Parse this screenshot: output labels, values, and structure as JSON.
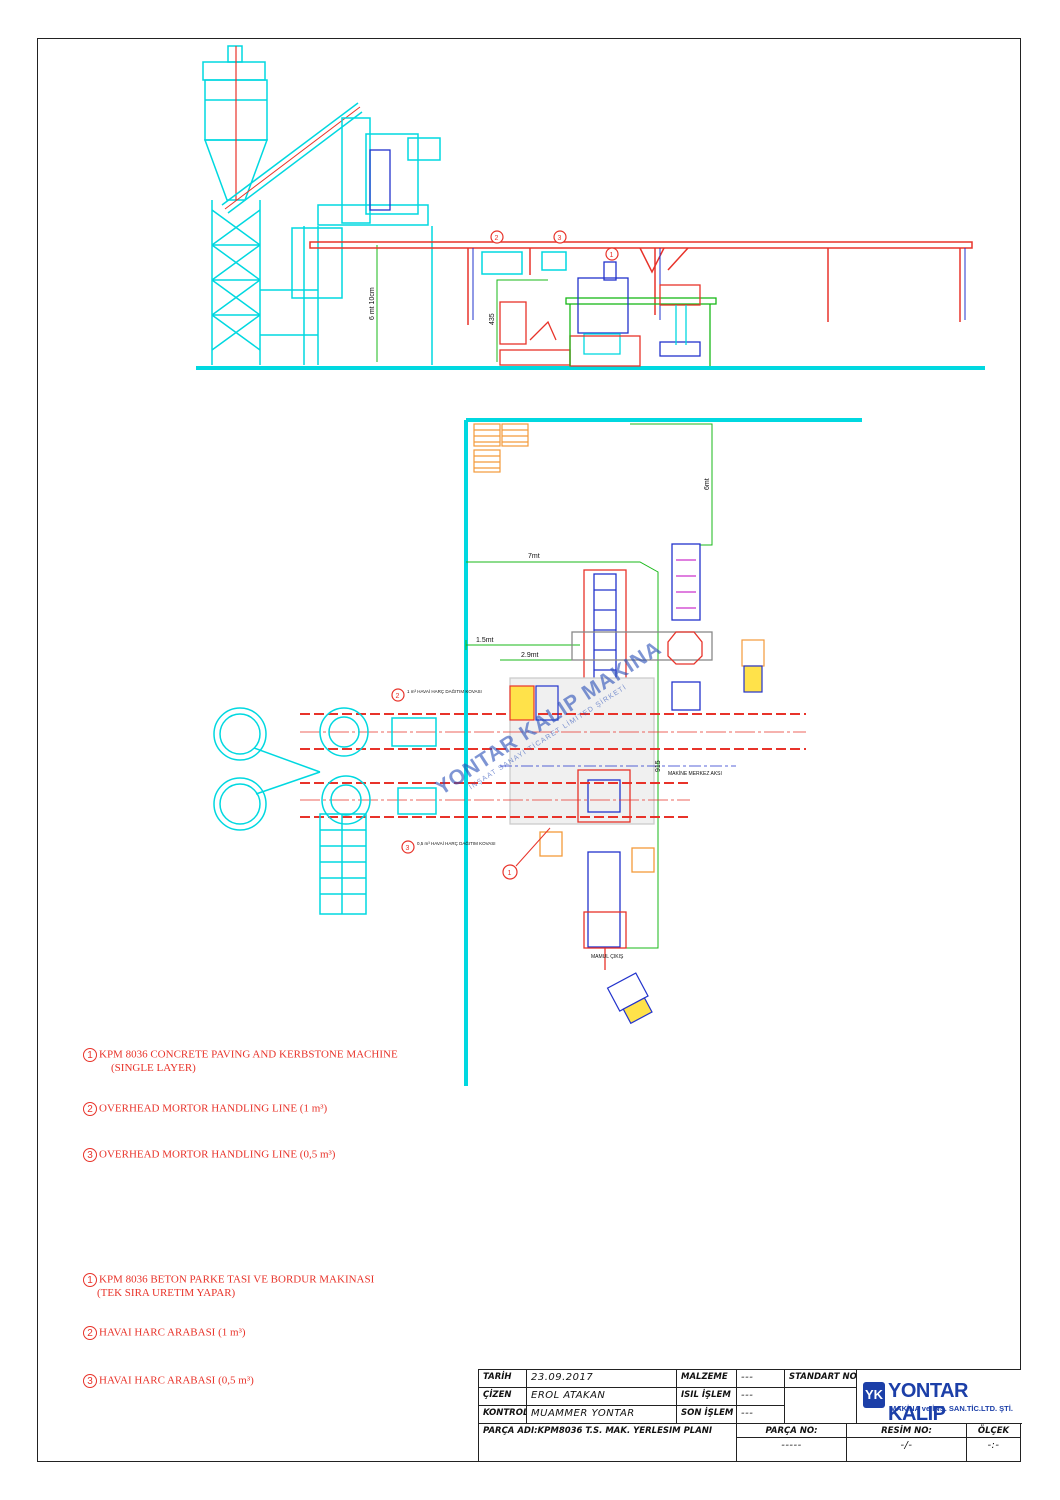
{
  "diagram": {
    "elevation": {
      "height_label": "6 mt 10cm",
      "dim_435": "435",
      "callouts": [
        "2",
        "3",
        "1"
      ]
    },
    "plan": {
      "dim_6mt": "6mt",
      "dim_7mt": "7mt",
      "dim_1_5mt": "1.5mt",
      "dim_2_9mt": "2.9mt",
      "dim_915": "915",
      "axis_label": "MAKİNE MERKEZ AKSI",
      "exit_label": "MAMUL ÇIKIŞ",
      "cart1_label": "1 m³ HAVAİ HARÇ DAĞITIM KOVASI",
      "cart2_label": "0,5 m³ HAVAİ HARÇ DAĞITIM KOVASI",
      "callout_1": "1",
      "callout_2": "2",
      "callout_3": "3"
    }
  },
  "watermark": {
    "main": "YONTAR KALIP MAKINA",
    "sub": "İNŞAAT SANAYİ TİCARET LİMİTED ŞİRKETİ"
  },
  "legend_en": [
    {
      "num": "1",
      "text": "KPM 8036 CONCRETE PAVING  AND KERBSTONE MACHINE",
      "sub": "(SINGLE LAYER)"
    },
    {
      "num": "2",
      "text": "OVERHEAD MORTOR HANDLING LINE (1 m³)"
    },
    {
      "num": "3",
      "text": "OVERHEAD MORTOR HANDLING LINE (0,5 m³)"
    }
  ],
  "legend_tr": [
    {
      "num": "1",
      "text": "KPM 8036 BETON PARKE TASI VE BORDUR MAKINASI",
      "sub": "(TEK SIRA URETIM YAPAR)"
    },
    {
      "num": "2",
      "text": "HAVAI HARC ARABASI (1 m³)"
    },
    {
      "num": "3",
      "text": "HAVAI HARC ARABASI (0,5 m³)"
    }
  ],
  "title_block": {
    "tarih_label": "TARİH",
    "tarih": "23.09.2017",
    "cizen_label": "ÇİZEN",
    "cizen": "EROL ATAKAN",
    "kontrol_label": "KONTROL",
    "kontrol": "MUAMMER YONTAR",
    "malzeme_label": "MALZEME",
    "malzeme": "---",
    "isil_label": "ISIL İŞLEM",
    "isil": "---",
    "son_label": "SON İŞLEM",
    "son": "---",
    "standart_label": "STANDART NO",
    "parca_adi": "PARÇA ADI:KPM8036 T.S. MAK. YERLESIM PLANI",
    "parca_no_label": "PARÇA NO:",
    "parca_no": "-----",
    "resim_no_label": "RESİM NO:",
    "resim_no": "-/-",
    "olcek_label": "ÖLÇEK",
    "olcek": "-:-",
    "logo_mark": "YK",
    "logo_name": "YONTAR KALIP",
    "logo_sub": "MAKİNA ve İNŞ. SAN.TİC.LTD. ŞTİ."
  }
}
